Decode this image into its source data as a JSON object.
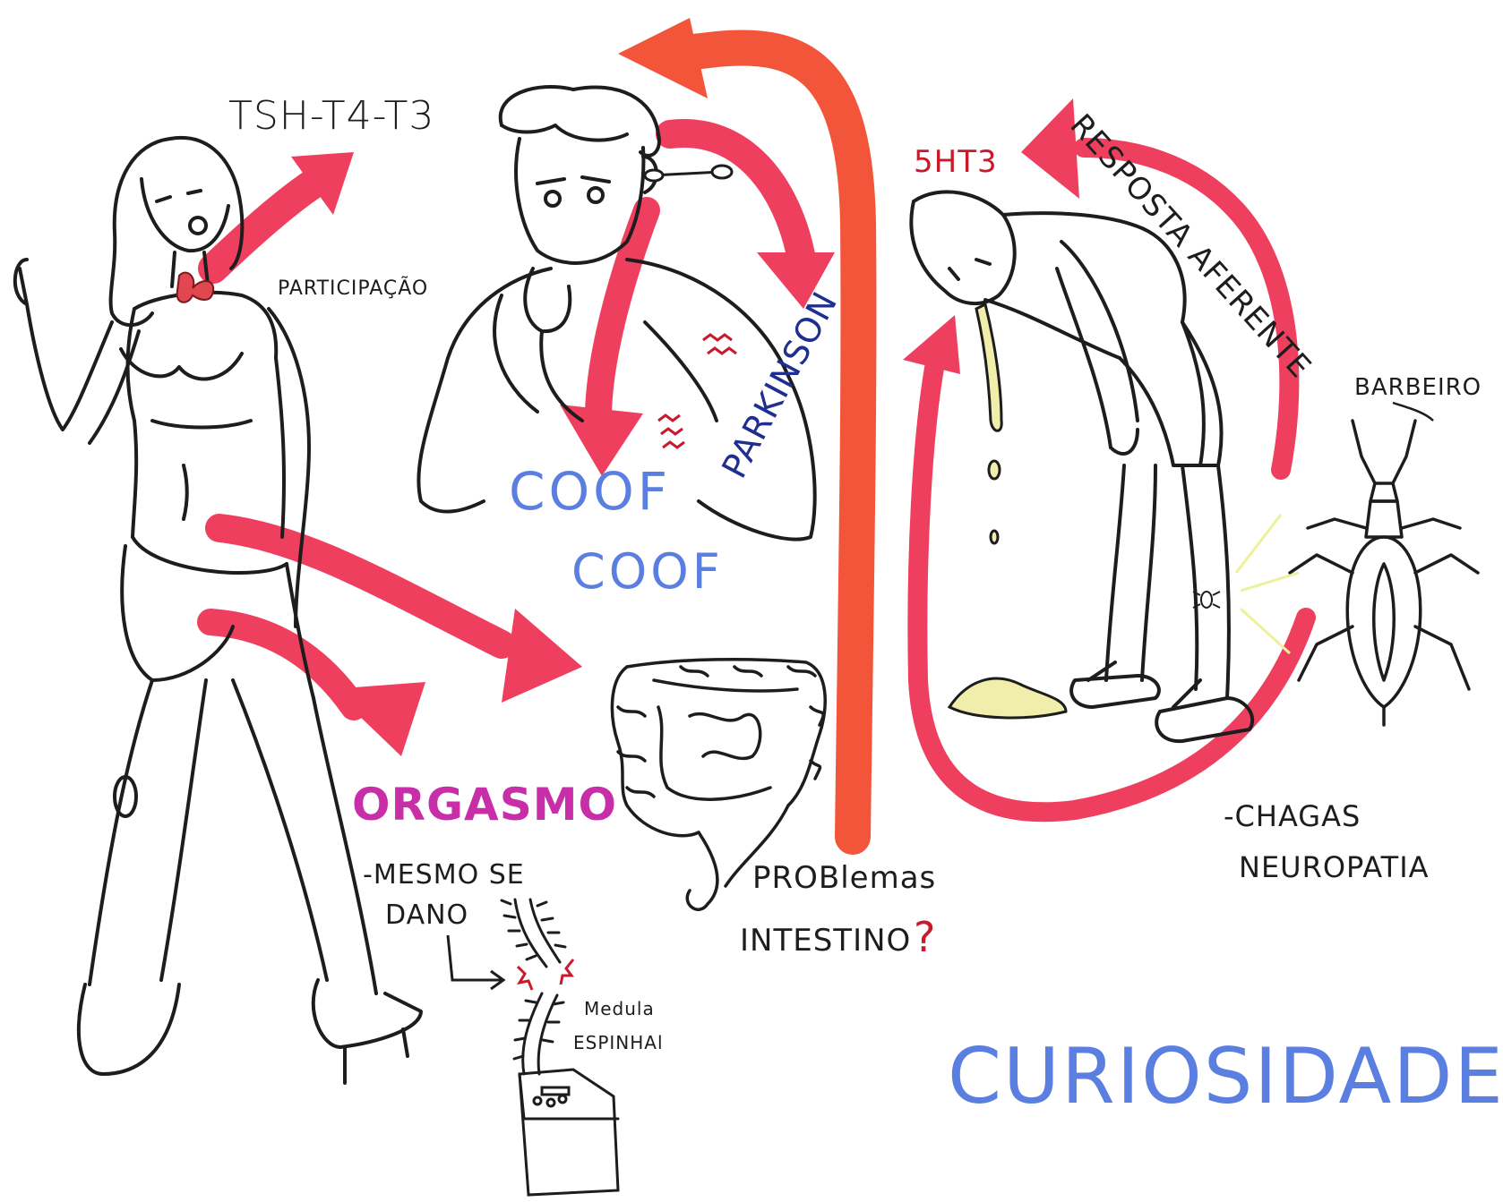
{
  "labels": {
    "hormones": "TSH-T4-T3",
    "participacao": "PARTICIPAÇÃO",
    "cough_1": "COOF",
    "cough_2": "COOF",
    "parkinson": "PARKINSON",
    "orgasmo": "ORGASMO",
    "mesmo_se": "-MESMO SE",
    "dano": "DANO",
    "medula_1": "Medula",
    "medula_2": "ESPINHAl",
    "problemas": "PROBlemas",
    "intestino": "INTESTINO",
    "question_mark": "?",
    "receptor": "5HT3",
    "resposta": "RESPOSTA AFERENTE",
    "barbeiro": "BARBEIRO",
    "chagas": "-CHAGAS",
    "neuropatia": "NEUROPATIA",
    "title": "CURIOSIDADES"
  },
  "colors": {
    "arrow_pink": "#ef3f5e",
    "arrow_orange": "#f2553a",
    "ink": "#1d1d1d",
    "blue_text": "#5b7fe0",
    "navy_text": "#1f2f8f",
    "red_text": "#c81a2a",
    "magenta_text": "#c72ea8",
    "vomit_yellow": "#f1eeab",
    "thyroid_red": "#e04750"
  }
}
